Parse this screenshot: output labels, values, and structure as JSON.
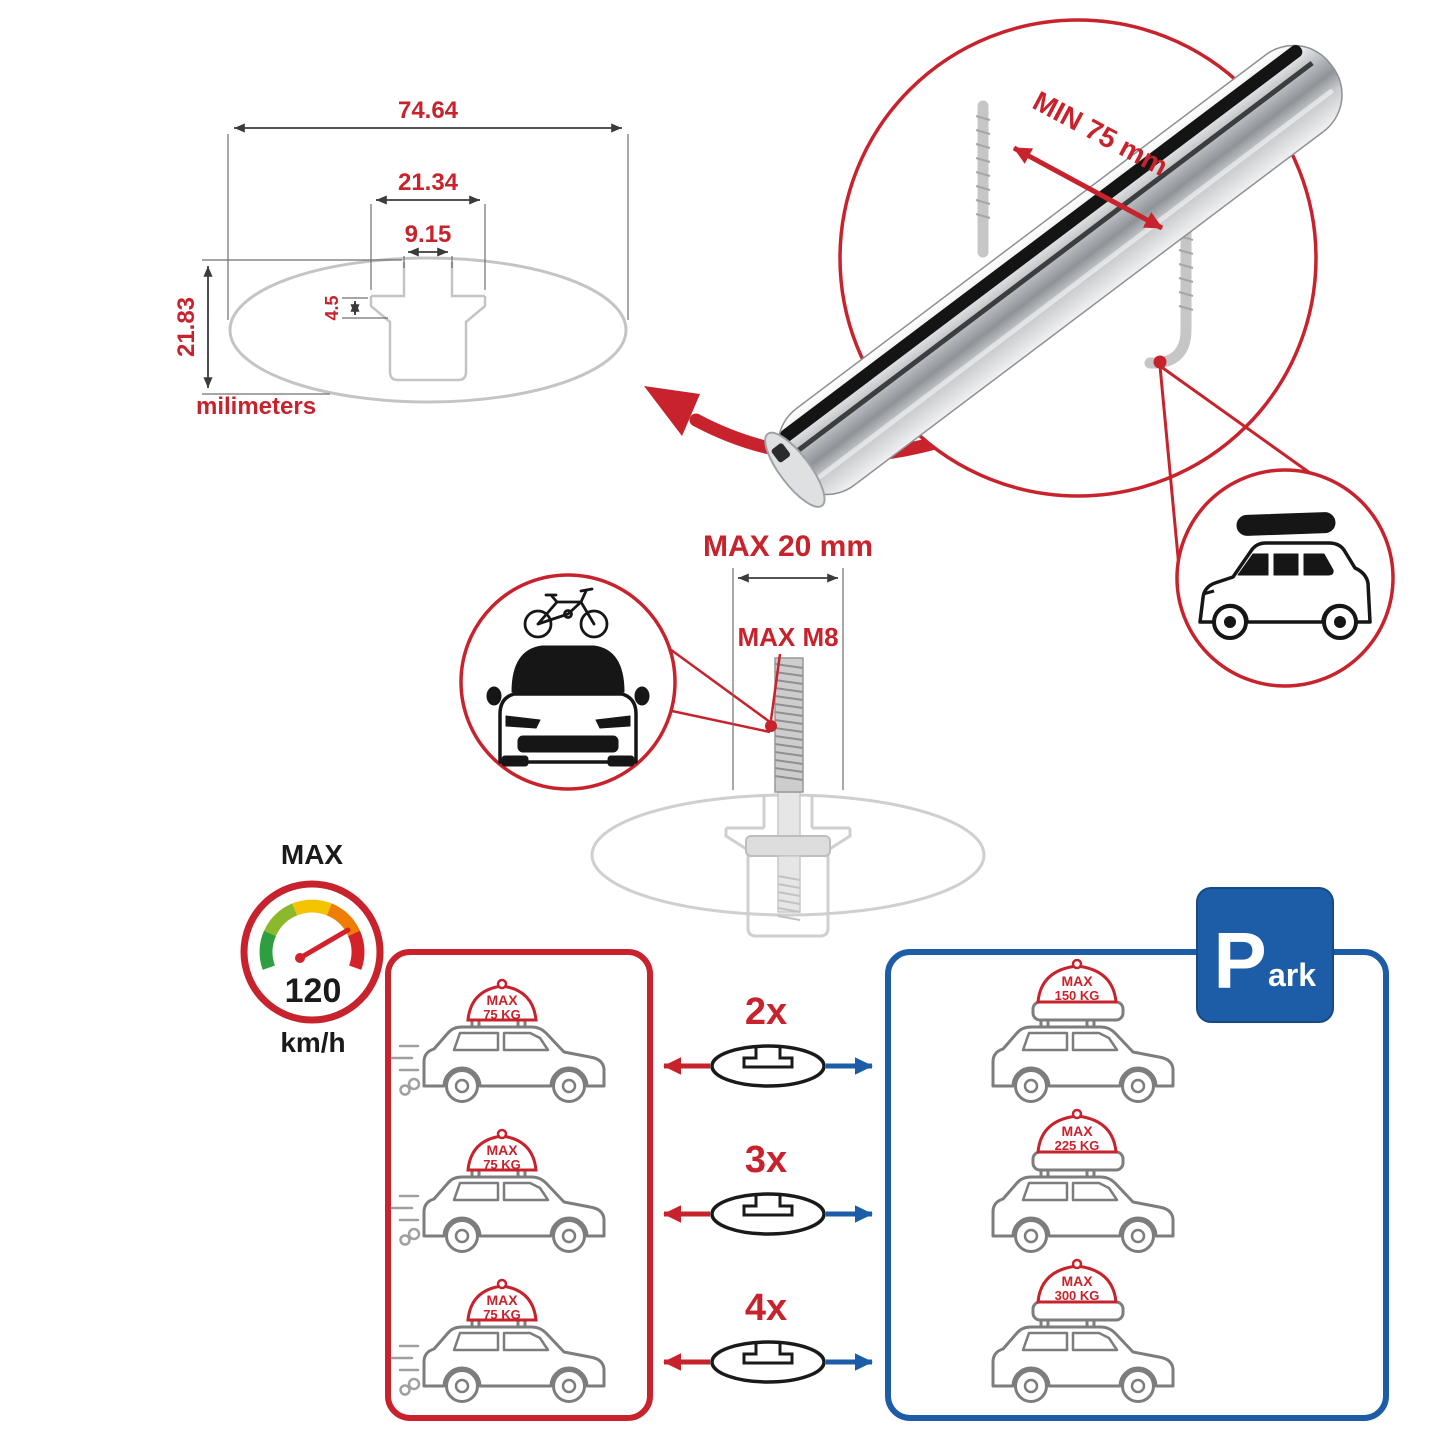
{
  "cross_section": {
    "total_width": "74.64",
    "flange_width": "21.34",
    "slot_width": "9.15",
    "flange_height": "4.5",
    "total_height": "21.83",
    "units": "milimeters"
  },
  "clamp": {
    "min_label": "MIN 75 mm"
  },
  "bolt": {
    "max_length": "MAX 20 mm",
    "max_thread": "MAX M8"
  },
  "speed": {
    "label": "MAX",
    "value": "120",
    "unit": "km/h"
  },
  "red_panel": {
    "cars": [
      {
        "max": "MAX",
        "weight": "75 KG"
      },
      {
        "max": "MAX",
        "weight": "75 KG"
      },
      {
        "max": "MAX",
        "weight": "75 KG"
      }
    ]
  },
  "blue_panel": {
    "cars": [
      {
        "max": "MAX",
        "weight": "150 KG"
      },
      {
        "max": "MAX",
        "weight": "225 KG"
      },
      {
        "max": "MAX",
        "weight": "300 KG"
      }
    ]
  },
  "multipliers": [
    {
      "label": "2x"
    },
    {
      "label": "3x"
    },
    {
      "label": "4x"
    }
  ],
  "park_sign": {
    "initial": "P",
    "rest": "ark"
  },
  "colors": {
    "red": "#c8232c",
    "blue": "#1d5ca6"
  }
}
